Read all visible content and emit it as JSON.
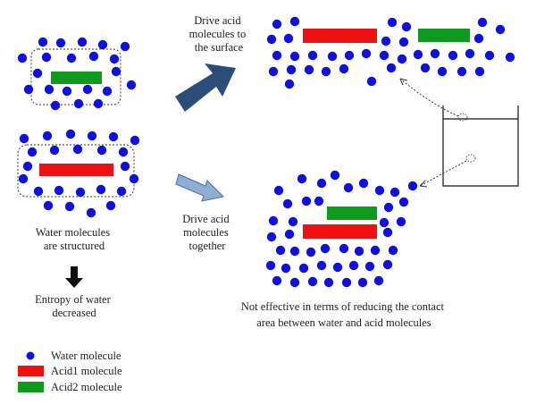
{
  "labels": {
    "drive_surface": [
      "Drive acid",
      "molecules to",
      "the surface"
    ],
    "drive_together": [
      "Drive acid",
      "molecules",
      "together"
    ],
    "structured": [
      "Water molecules",
      "are structured"
    ],
    "entropy": [
      "Entropy of water",
      "decreased"
    ],
    "not_effective": [
      "Not effective in terms of reducing the contact",
      "area between water and acid molecules"
    ]
  },
  "legend": {
    "water": "Water molecule",
    "acid1": "Acid1 molecule",
    "acid2": "Acid2 molecule"
  },
  "colors": {
    "water": "#1010e0",
    "acid1": "#ee1111",
    "acid2": "#0f9a1f",
    "big_arrow": "#2b4d77",
    "light_arrow": "#8eaed3",
    "text": "#222222"
  }
}
